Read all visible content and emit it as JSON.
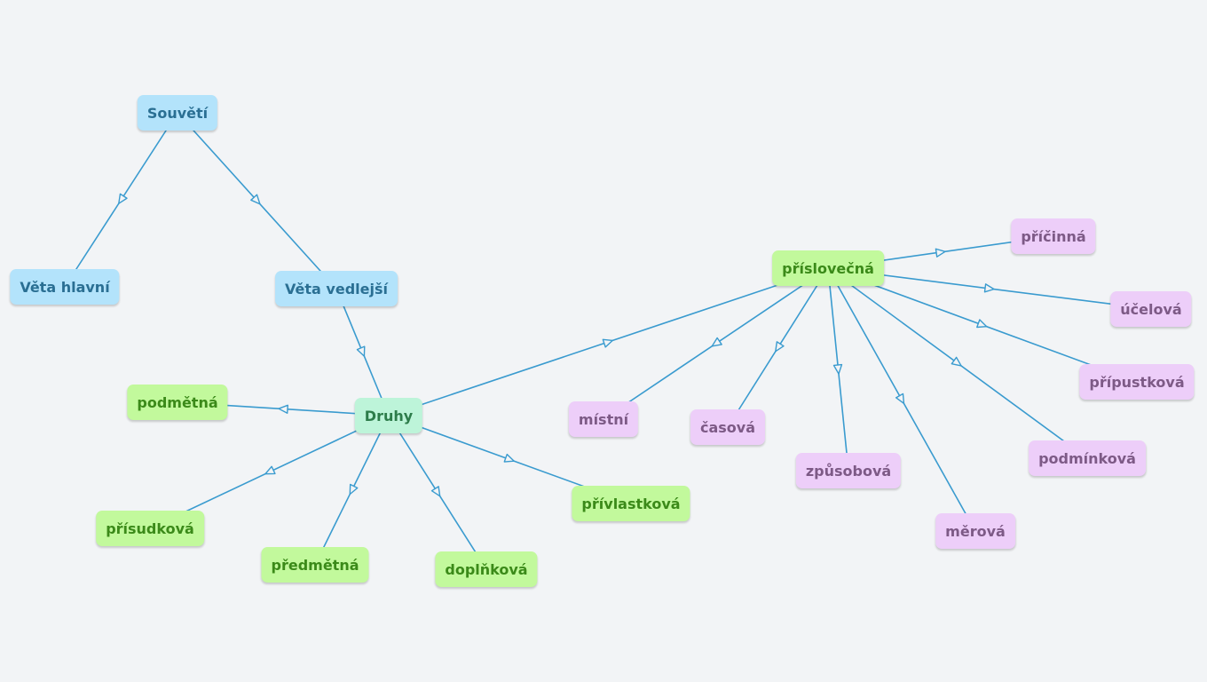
{
  "colors": {
    "background": "#f2f4f6",
    "edge": "#3a9bcf",
    "blue_node": "#b3e3fb",
    "mint_node": "#bdf4d9",
    "green_node": "#c2f99c",
    "purple_node": "#edcef9"
  },
  "nodes": {
    "souveti": "Souvětí",
    "veta_hlavni": "Věta hlavní",
    "veta_vedlejsi": "Věta vedlejší",
    "druhy": "Druhy",
    "podmetna": "podmětná",
    "prisudkova": "přísudková",
    "predmetna": "předmětná",
    "doplnkova": "doplňková",
    "privlastkova": "přívlastková",
    "prislovecna": "příslovečná",
    "mistni": "místní",
    "casova": "časová",
    "zpusobova": "způsobová",
    "merova": "měrová",
    "podminkova": "podmínková",
    "pripustkova": "přípustková",
    "ucelova": "účelová",
    "pricinna": "příčinná"
  },
  "edges": [
    [
      "souveti",
      "veta_hlavni"
    ],
    [
      "souveti",
      "veta_vedlejsi"
    ],
    [
      "veta_vedlejsi",
      "druhy"
    ],
    [
      "druhy",
      "podmetna"
    ],
    [
      "druhy",
      "prisudkova"
    ],
    [
      "druhy",
      "predmetna"
    ],
    [
      "druhy",
      "doplnkova"
    ],
    [
      "druhy",
      "privlastkova"
    ],
    [
      "druhy",
      "prislovecna"
    ],
    [
      "prislovecna",
      "mistni"
    ],
    [
      "prislovecna",
      "casova"
    ],
    [
      "prislovecna",
      "zpusobova"
    ],
    [
      "prislovecna",
      "merova"
    ],
    [
      "prislovecna",
      "podminkova"
    ],
    [
      "prislovecna",
      "pripustkova"
    ],
    [
      "prislovecna",
      "ucelova"
    ],
    [
      "prislovecna",
      "pricinna"
    ]
  ]
}
